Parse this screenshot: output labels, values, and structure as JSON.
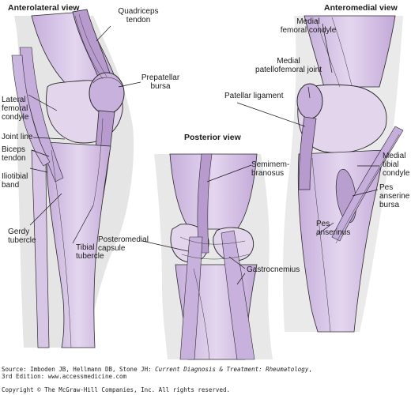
{
  "views": {
    "anterolateral": {
      "title": "Anterolateral view",
      "labels": {
        "quadriceps_1": "Quadriceps",
        "quadriceps_2": "tendon",
        "prepatellar_1": "Prepatellar",
        "prepatellar_2": "bursa",
        "lateral_1": "Lateral",
        "lateral_2": "femoral",
        "lateral_3": "condyle",
        "joint_line": "Joint line",
        "biceps_1": "Biceps",
        "biceps_2": "tendon",
        "iliotibial_1": "Iliotibial",
        "iliotibial_2": "band",
        "gerdy_1": "Gerdy",
        "gerdy_2": "tubercle",
        "tibial_1": "Tibial",
        "tibial_2": "tubercle"
      }
    },
    "anteromedial": {
      "title": "Anteromedial view",
      "labels": {
        "medial_condyle_1": "Medial",
        "medial_condyle_2": "femoral condyle",
        "medial_pf_1": "Medial",
        "medial_pf_2": "patellofemoral joint",
        "patellar_ligament": "Patellar ligament",
        "medial_tibial_1": "Medial",
        "medial_tibial_2": "tibial",
        "medial_tibial_3": "condyle",
        "pes_bursa_1": "Pes",
        "pes_bursa_2": "anserine",
        "pes_bursa_3": "bursa",
        "pes_1": "Pes",
        "pes_2": "anserinus"
      }
    },
    "posterior": {
      "title": "Posterior view",
      "labels": {
        "semimem_1": "Semimem-",
        "semimem_2": "branosus",
        "postero_1": "Posteromedial",
        "postero_2": "capsule",
        "gastrocnemius": "Gastrocnemius"
      }
    }
  },
  "footer": {
    "source_prefix": "Source: Imboden JB, Hellmann DB, Stone JH: ",
    "source_title": "Current Diagnosis & Treatment: Rheumatology",
    "source_suffix": ",",
    "source_line2": "3rd Edition: www.accessmedicine.com",
    "copyright": "Copyright © The McGraw-Hill Companies, Inc. All rights reserved."
  },
  "colors": {
    "tissue": "#d9c8e6",
    "tissue_dark": "#b79bcf",
    "outline": "#2a2a2a",
    "shadow": "#c9c9c9"
  }
}
